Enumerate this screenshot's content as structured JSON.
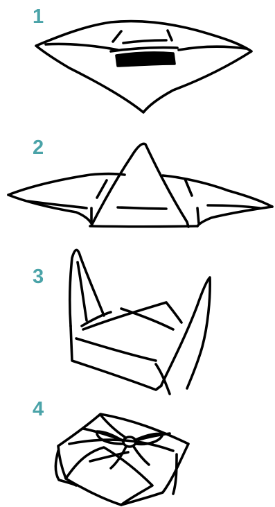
{
  "steps": [
    {
      "number": "1"
    },
    {
      "number": "2"
    },
    {
      "number": "3"
    },
    {
      "number": "4"
    }
  ],
  "colors": {
    "step_number": "#4aa3a8",
    "ink": "#000000",
    "background": "#ffffff"
  }
}
